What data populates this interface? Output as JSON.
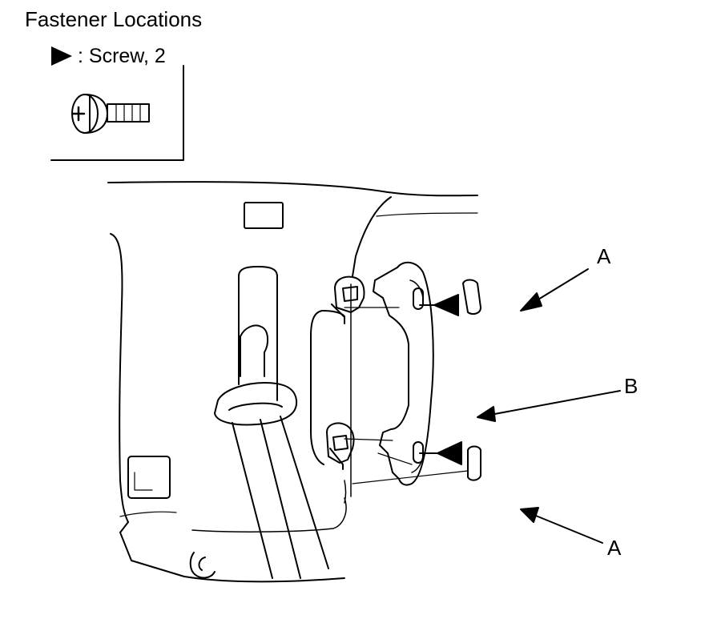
{
  "title": "Fastener Locations",
  "legend": {
    "symbol_icon": "filled-triangle-pointer",
    "text": ": Screw, 2"
  },
  "callouts": {
    "a_top": "A",
    "b": "B",
    "a_bottom": "A"
  }
}
